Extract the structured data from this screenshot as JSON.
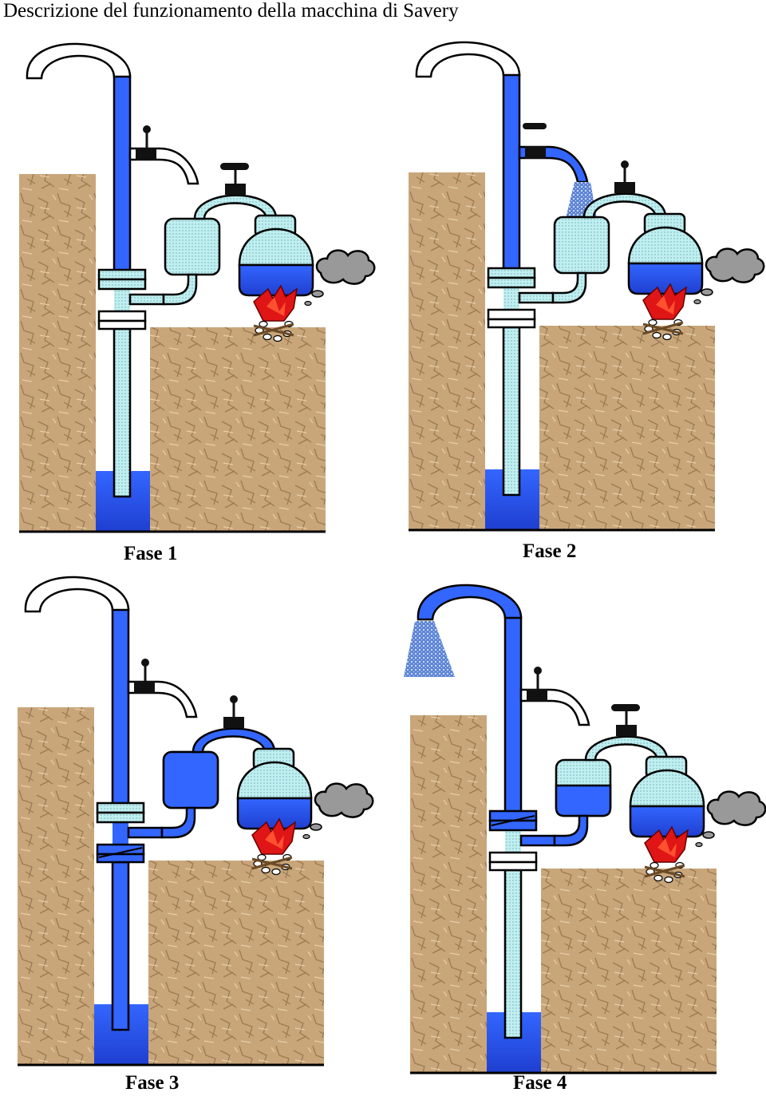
{
  "title": "Descrizione del funzionamento della  macchina di Savery",
  "colors": {
    "water": "#3366ff",
    "water_dark": "#1f3fd0",
    "steam": "#bfeff0",
    "earth": "#c9a67a",
    "earth_dark": "#8a6a44",
    "fire": "#e01515",
    "smoke": "#999999",
    "outline": "#000000"
  },
  "phases": [
    {
      "label": "Fase 1",
      "upper_pipe_filled": false,
      "lower_pipe_filled": false,
      "tank_state": "steam",
      "top_tap_open": false,
      "connector_tap_open": true,
      "upper_valve_open": false,
      "lower_valve_open": false,
      "spray_from_side": false,
      "spray_from_top": false,
      "upper_col_water": true
    },
    {
      "label": "Fase 2",
      "upper_pipe_filled": false,
      "lower_pipe_filled": false,
      "tank_state": "steam",
      "top_tap_open": true,
      "connector_tap_open": false,
      "upper_valve_open": false,
      "lower_valve_open": false,
      "spray_from_side": true,
      "spray_from_top": false,
      "upper_col_water": true
    },
    {
      "label": "Fase 3",
      "upper_pipe_filled": false,
      "lower_pipe_filled": true,
      "tank_state": "water",
      "top_tap_open": false,
      "connector_tap_open": false,
      "upper_valve_open": false,
      "lower_valve_open": true,
      "spray_from_side": false,
      "spray_from_top": false,
      "upper_col_water": true
    },
    {
      "label": "Fase 4",
      "upper_pipe_filled": true,
      "lower_pipe_filled": false,
      "tank_state": "half",
      "top_tap_open": false,
      "connector_tap_open": true,
      "upper_valve_open": true,
      "lower_valve_open": false,
      "spray_from_side": false,
      "spray_from_top": true,
      "upper_col_water": true
    }
  ]
}
